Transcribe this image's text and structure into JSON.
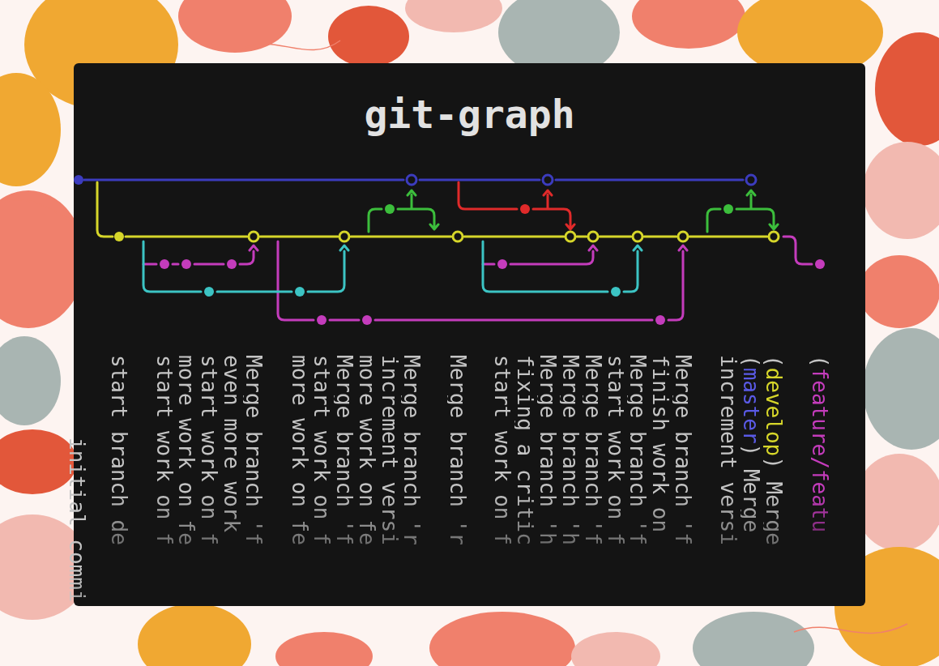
{
  "diagram": {
    "title": "git-graph",
    "labels": [
      "initial commi",
      "start branch de",
      "start work on f",
      "more work on fe",
      "start work on f",
      "even more work",
      "Merge branch 'f",
      "more work on fe",
      "start work on f",
      "Merge branch 'f",
      "more work on fe",
      "increment versi",
      "Merge branch 'r",
      "Merge branch 'r",
      "start work on f",
      "fixing a critic",
      "Merge branch 'h",
      "Merge branch 'h",
      "Merge branch 'f",
      "start work on f",
      "Merge branch 'f",
      "finish work on",
      "Merge branch 'f",
      "increment versi",
      "(master) Merge",
      "(develop) Merge",
      "(feature/featu"
    ]
  }
}
